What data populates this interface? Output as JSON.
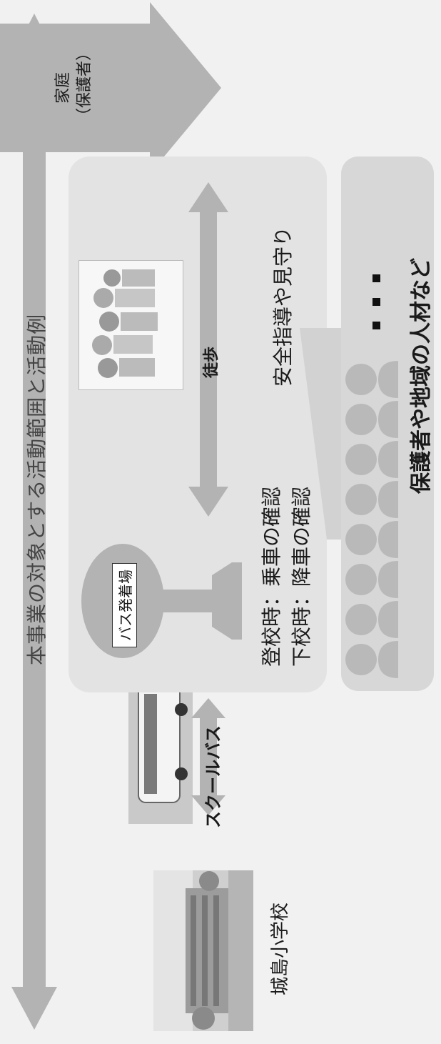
{
  "diagram": {
    "scope_title": "本事業の対象とする活動範囲と活動例",
    "home_label_line1": "家庭",
    "home_label_line2": "（保護者）",
    "school_label": "城島小学校",
    "bus_label": "スクールバス",
    "bus_stop_label": "バス発着場",
    "walk_label": "徒歩",
    "pickup_line1": "登校時：乗車の確認",
    "pickup_line2": "下校時：降車の確認",
    "safety_label": "安全指導や見守り",
    "people_label": "保護者や地域の人材など"
  },
  "colors": {
    "page_bg": "#f1f1f1",
    "panel": "#e3e3e3",
    "arrow_gray": "#b3b3b3",
    "people_gray": "#b9b9b9",
    "text": "#1a1a1a"
  },
  "icons": [
    "scope-double-arrow-icon",
    "home-arrow-icon",
    "bus-stop-sign-icon",
    "person-icon",
    "ellipsis-icon"
  ]
}
